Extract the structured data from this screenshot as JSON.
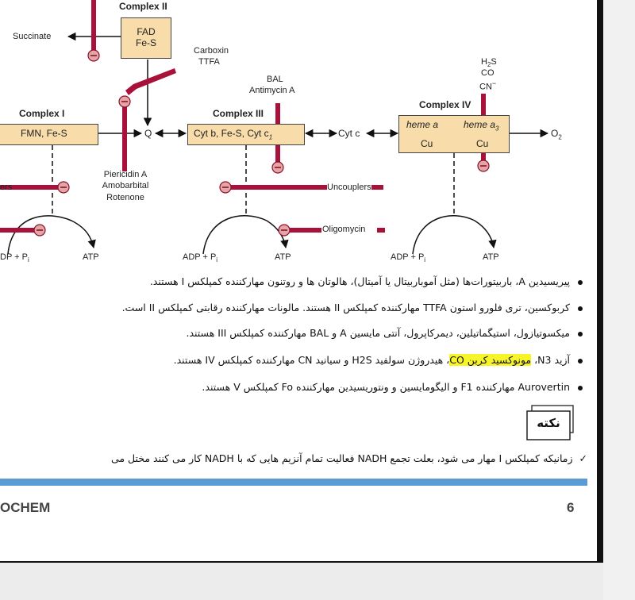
{
  "diagram": {
    "complex2_title": "Complex II",
    "complex2_box": [
      "FAD",
      "Fe-S"
    ],
    "succinate": "Succinate",
    "carboxin": [
      "Carboxin",
      "TTFA"
    ],
    "complex1_title": "Complex I",
    "complex1_box": "FMN, Fe-S",
    "q": "Q",
    "bal": [
      "BAL",
      "Antimycin A"
    ],
    "complex3_title": "Complex III",
    "complex3_box": "Cyt b, Fe-S, Cyt c",
    "complex3_sub": "1",
    "cytc": "Cyt c",
    "complex4_title": "Complex IV",
    "complex4_labels": [
      "heme a",
      "heme a",
      "Cu",
      "Cu"
    ],
    "complex4_sub": "3",
    "o2": "O",
    "o2_sub": "2",
    "inhibitors_iv": [
      "H",
      "2",
      "S",
      "CO",
      "CN",
      "−"
    ],
    "piericidin": [
      "Piericidin A",
      "Amobarbital",
      "Rotenone"
    ],
    "uncouplers_left": "ers",
    "uncouplers": "Uncouplers",
    "oligomycin": "Oligomycin",
    "adp_left": "DP + P",
    "adp_mid": "ADP + P",
    "adp_right": "ADP + P",
    "pi_sub": "i",
    "atp": "ATP",
    "minus": "−"
  },
  "bullets": {
    "b1": "پیریسیدین A، باربیتورات‌ها (مثل آموباربیتال یا آمیتال)، هالوتان ها و روتنون مهارکننده کمپلکس I هستند.",
    "b2": "کربوکسین، تری فلورو استون TTFA مهارکننده کمپلکس II هستند. مالونات مهارکننده رقابتی کمپلکس II است.",
    "b3": "میکسوتیازول، استیگماتیلین، دیمرکاپرول، آنتی مایسین A و BAL مهارکننده کمپلکس III هستند.",
    "b4_pre": "آزید N3، ",
    "b4_hl": "مونوکسید کربن CO",
    "b4_post": "، هیدروژن سولفید H2S و سیانید CN مهارکننده کمپلکس IV هستند.",
    "b5": "Aurovertin مهارکننده F1 و الیگومایسین و ونتوریسیدین مهارکننده Fo کمپلکس V هستند."
  },
  "note": {
    "label": "نکته",
    "check": "✓",
    "text": "زمانیکه کمپلکس I مهار می شود، بعلت تجمع NADH فعالیت تمام آنزیم هایی که با NADH کار می کنند مختل می"
  },
  "footer": {
    "left": "OCHEM",
    "page": "6"
  },
  "colors": {
    "inhibitor": "#a8123a",
    "box_fill": "#f8dcaa",
    "highlight": "#f7f52a",
    "bar": "#5b9bd5"
  }
}
